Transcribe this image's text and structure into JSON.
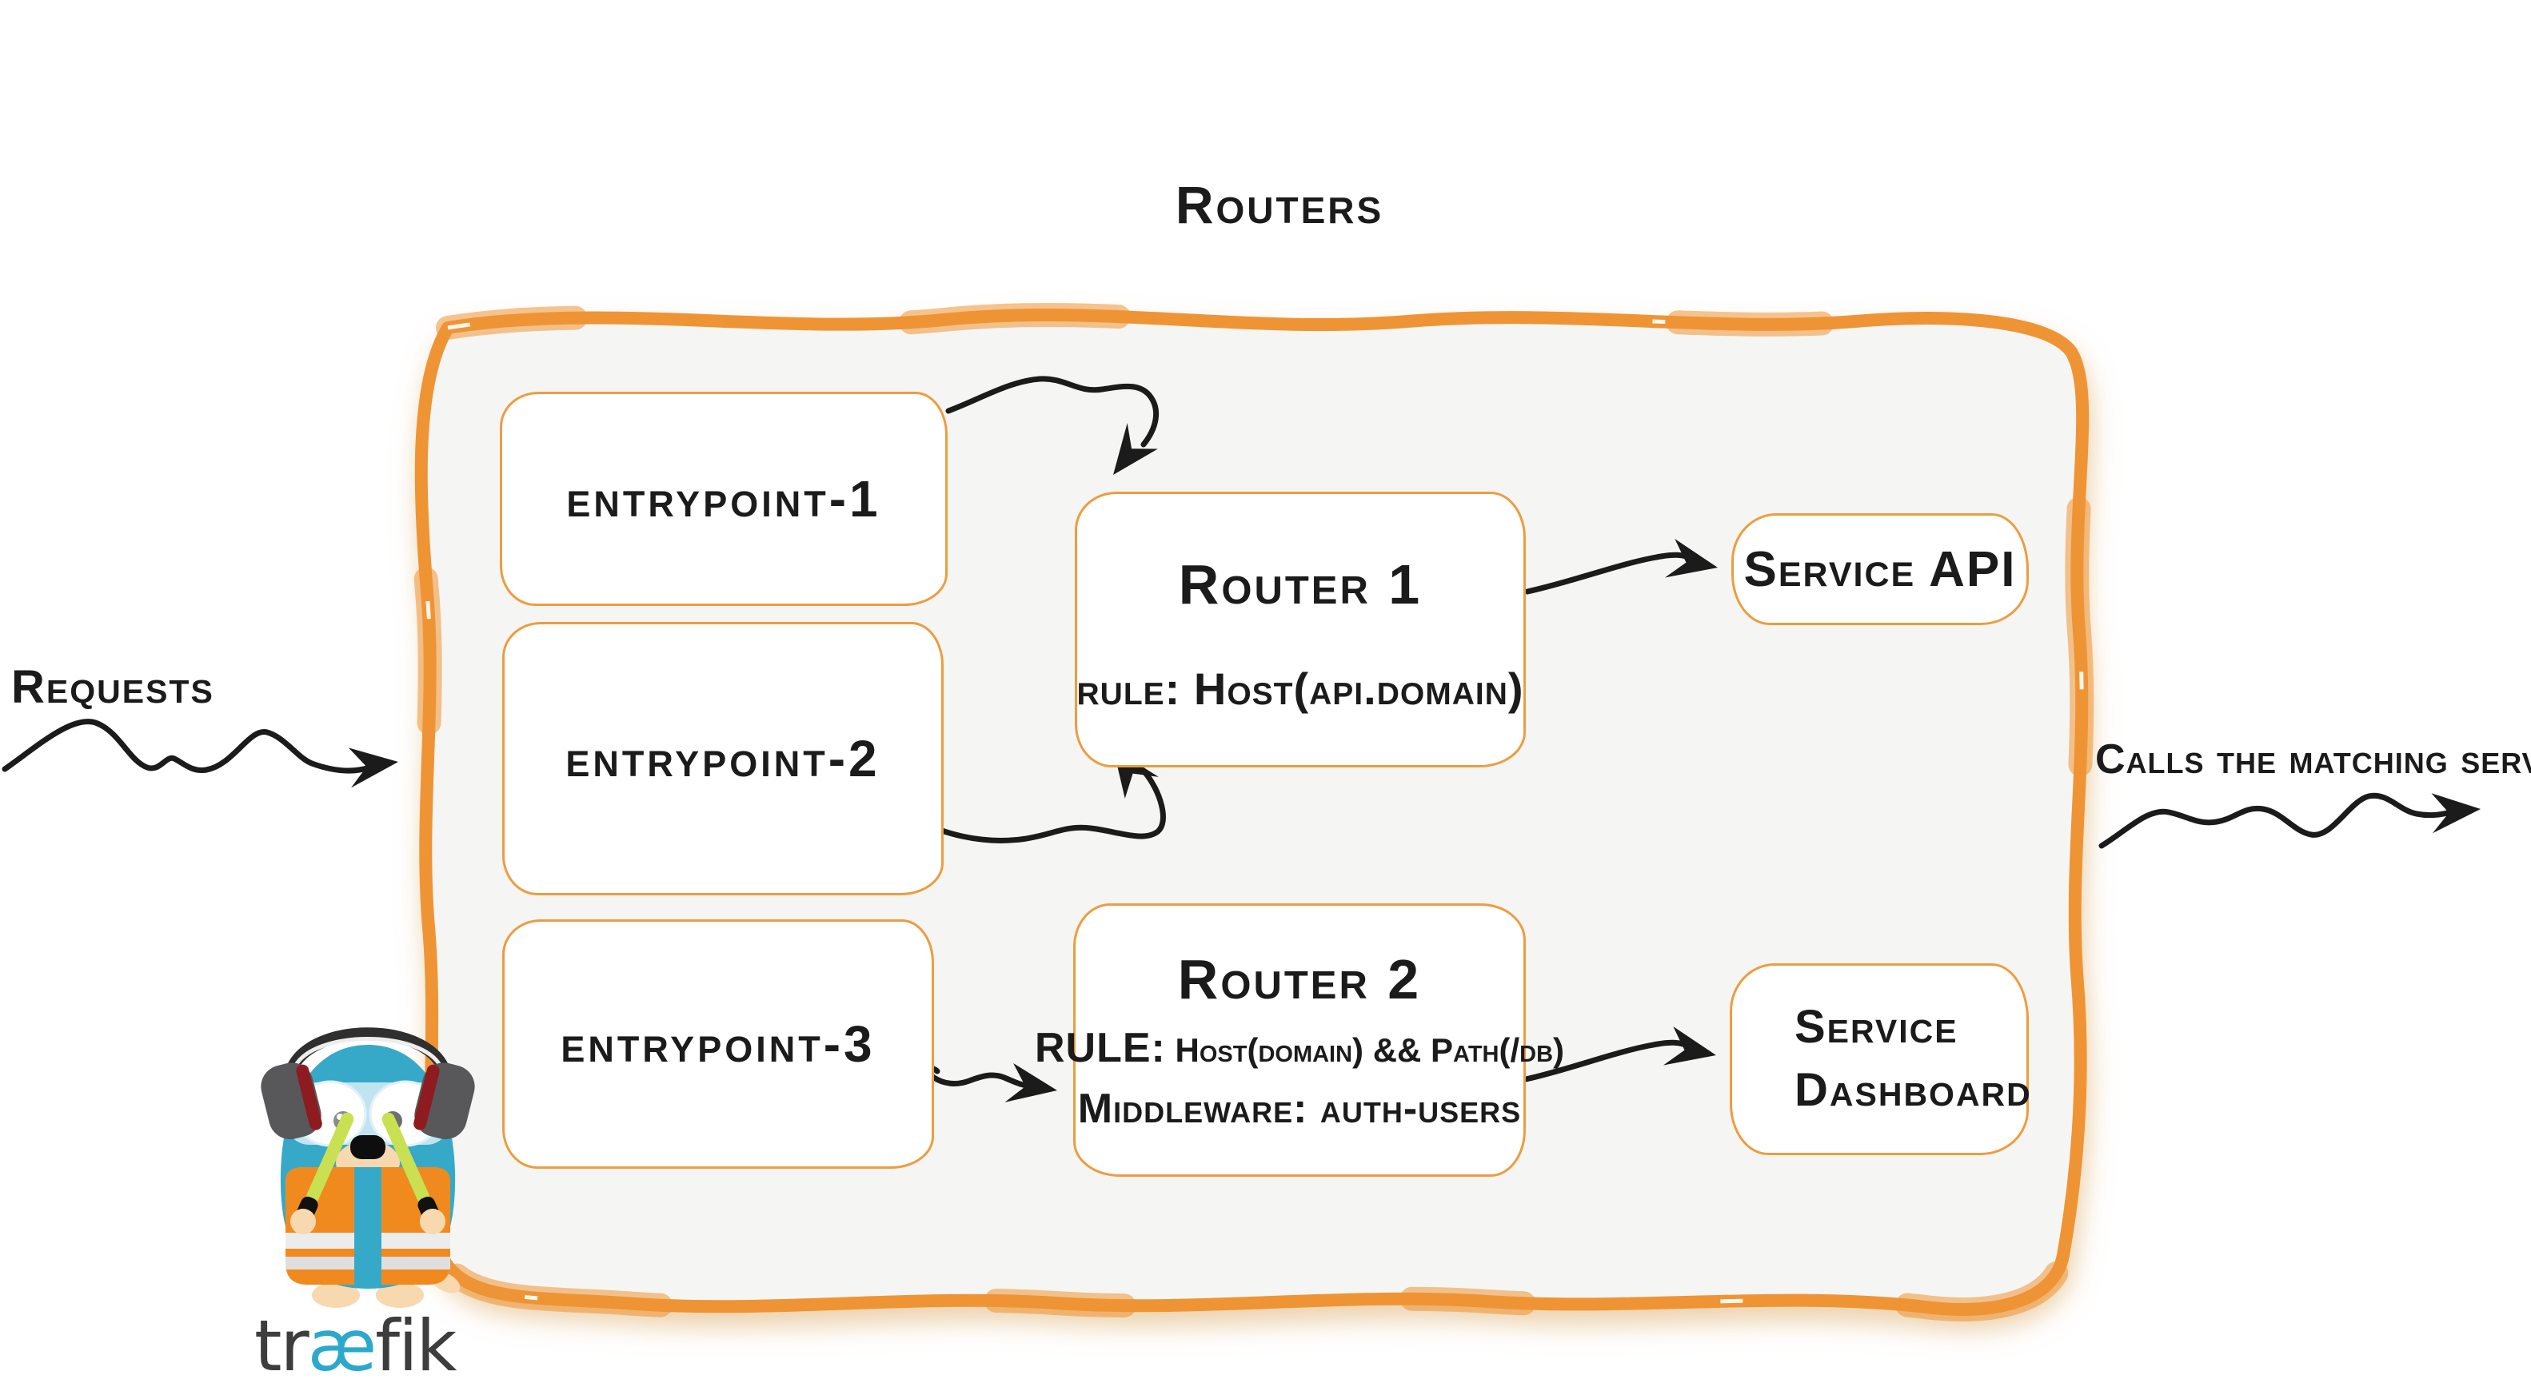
{
  "diagram": {
    "title": "Routers",
    "requests_label": "Requests",
    "calls_label": "Calls the matching server",
    "entrypoints": [
      {
        "label": "entrypoint-1"
      },
      {
        "label": "entrypoint-2"
      },
      {
        "label": "entrypoint-3"
      }
    ],
    "routers": [
      {
        "title": "Router 1",
        "rule": "rule: Host(api.domain)"
      },
      {
        "title": "Router 2",
        "rule_key": "RULE:",
        "rule_value": " Host(domain) && Path(/db)",
        "middleware": "Middleware: auth-users"
      }
    ],
    "services": [
      {
        "label": "Service API"
      },
      {
        "lines": [
          "Service",
          "Dashboard"
        ]
      }
    ],
    "logo": {
      "wordmark_start": "tr",
      "wordmark_ligature": "æ",
      "wordmark_end": "fik"
    },
    "colors": {
      "accent_orange": "#EF9434",
      "box_border_orange": "#EE9C3F",
      "container_fill": "#F5F5F4",
      "ink": "#1B1B1B",
      "brand_blue": "#2BA8CC"
    }
  }
}
